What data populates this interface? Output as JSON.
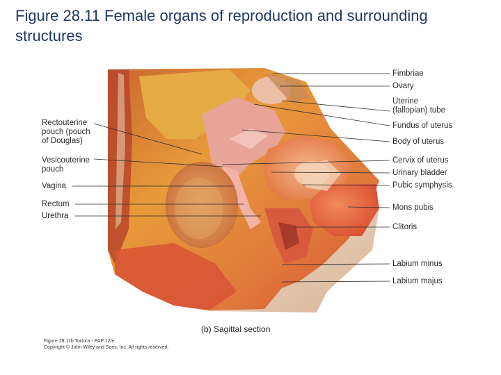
{
  "slide": {
    "title": "Figure 28.11 Female organs of reproduction and surrounding structures"
  },
  "figure": {
    "labels_left": [
      {
        "id": "rectouterine-pouch",
        "text": "Rectouterine\npouch (pouch\nof Douglas)"
      },
      {
        "id": "vesicouterine-pouch",
        "text": "Vesicouterine\npouch"
      },
      {
        "id": "vagina",
        "text": "Vagina"
      },
      {
        "id": "rectum",
        "text": "Rectum"
      },
      {
        "id": "urethra",
        "text": "Urethra"
      }
    ],
    "labels_right": [
      {
        "id": "fimbriae",
        "text": "Fimbriae"
      },
      {
        "id": "ovary",
        "text": "Ovary"
      },
      {
        "id": "uterine-tube",
        "text": "Uterine\n(fallopian) tube"
      },
      {
        "id": "fundus-of-uterus",
        "text": "Fundus of uterus"
      },
      {
        "id": "body-of-uterus",
        "text": "Body of uterus"
      },
      {
        "id": "cervix-of-uterus",
        "text": "Cervix of uterus"
      },
      {
        "id": "urinary-bladder",
        "text": "Urinary bladder"
      },
      {
        "id": "pubic-symphysis",
        "text": "Pubic symphysis"
      },
      {
        "id": "mons-pubis",
        "text": "Mons pubis"
      },
      {
        "id": "clitoris",
        "text": "Clitoris"
      },
      {
        "id": "labium-minus",
        "text": "Labium minus"
      },
      {
        "id": "labium-majus",
        "text": "Labium majus"
      }
    ],
    "caption": "(b) Sagittal section",
    "credit_line_1": "Figure 28.11b Tortora - PAP 12/e",
    "credit_line_2": "Copyright © John Wiley and Sons, Inc. All rights reserved."
  },
  "colors": {
    "title": "#1f3864",
    "tissue_orange": "#e9a23a",
    "tissue_red": "#d2482a",
    "tissue_pink": "#eaa9a0",
    "skin": "#e8cfb8",
    "leader_line": "#2b2b2b"
  }
}
